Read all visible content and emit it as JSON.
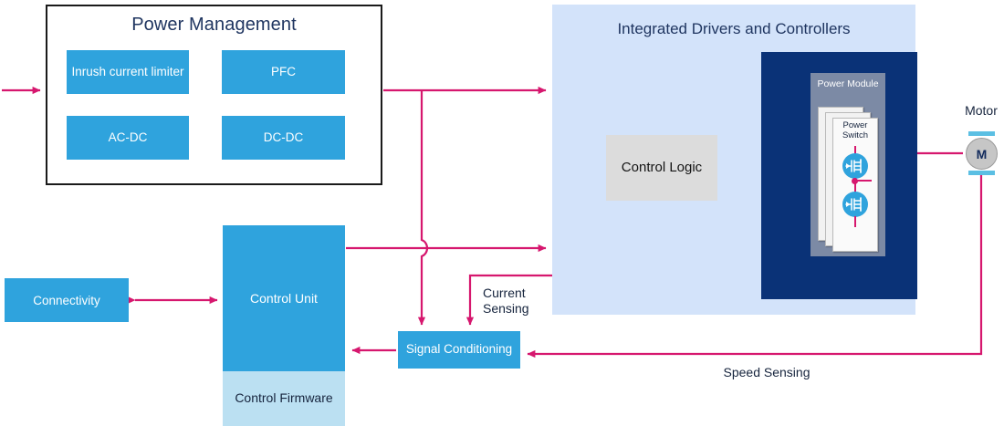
{
  "diagram": {
    "title_hidden": "",
    "colors": {
      "accent_blue": "#2fa3dd",
      "light_blue_panel": "#d3e3fa",
      "navy_box": "#0a3277",
      "wire_magenta": "#d6176e",
      "gray_block": "#dcdcdc",
      "firmware_blue": "#bbe0f2",
      "title_navy": "#1f3560"
    }
  },
  "power_management": {
    "title": "Power Management",
    "blocks": [
      {
        "label": "Inrush current limiter"
      },
      {
        "label": "PFC"
      },
      {
        "label": "AC-DC"
      },
      {
        "label": "DC-DC"
      }
    ]
  },
  "integrated_drivers": {
    "title": "Integrated Drivers and Controllers",
    "control_logic": "Control Logic",
    "power_module": {
      "label": "Power Module",
      "card_label": "Power Switch",
      "switch_count": 2,
      "card_stack_count": 3
    }
  },
  "motor": {
    "label": "Motor",
    "symbol": "M"
  },
  "control": {
    "connectivity": "Connectivity",
    "control_unit": "Control Unit",
    "control_firmware": "Control Firmware",
    "signal_conditioning": "Signal Conditioning"
  },
  "signals": {
    "current_sensing": "Current Sensing",
    "speed_sensing": "Speed Sensing"
  },
  "icons": {
    "mosfet": "mosfet-symbol",
    "motor": "motor-symbol",
    "wire_hop": "wire-crossover-hop"
  }
}
